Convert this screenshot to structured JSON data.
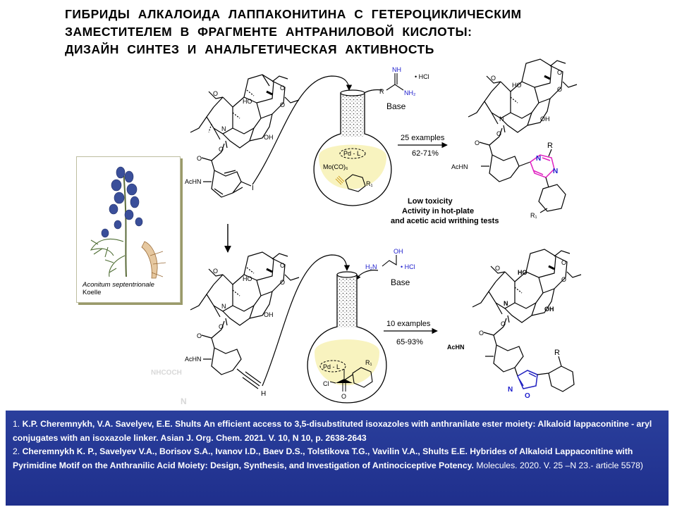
{
  "title": {
    "line1": "ГИБРИДЫ АЛКАЛОИДА ЛАППАКОНИТИНА С ГЕТЕРОЦИКЛИЧЕСКИМ",
    "line2": "ЗАМЕСТИТЕЛЕМ В ФРАГМЕНТЕ АНТРАНИЛОВОЙ КИСЛОТЫ:",
    "line3": "ДИЗАЙН СИНТЕЗ И АНАЛЬГЕТИЧЕСКАЯ АКТИВНОСТЬ"
  },
  "plant": {
    "species": "Aconitum septentrionale",
    "author": "Koelle"
  },
  "scheme": {
    "substituent_acnh": "AcHN",
    "iodine": "I",
    "alkyne_h": "H",
    "methyl_o": "O",
    "n_label": "N",
    "ho": "HO",
    "oh": "OH",
    "ghost_text": "NHCOCH",
    "ghost_n": "N"
  },
  "top_reaction": {
    "reagent_nh": "NH",
    "reagent_r": "R",
    "reagent_nh2": "NH₂",
    "reagent_hcl": "• HCl",
    "base": "Base",
    "catalyst": "Pd - L",
    "co_source": "Mo(CO)₆",
    "aryl_r": "R₁",
    "examples": "25 examples",
    "yield": "62-71%",
    "product_r": "R",
    "product_n": "N",
    "product_r1": "R₁",
    "note1": "Low toxicity",
    "note2": "Activity in hot-plate",
    "note3": "and acetic acid writhing tests"
  },
  "bottom_reaction": {
    "reagent_amine": "H₂N",
    "reagent_oh": "OH",
    "reagent_n": "N",
    "reagent_hcl": "• HCl",
    "base": "Base",
    "catalyst": "Pd - L",
    "acyl_cl": "Cl",
    "acyl_o": "O",
    "aryl_r": "R₁",
    "examples": "10 examples",
    "yield": "65-93%",
    "product_r": "R",
    "isoxazole_n": "N",
    "isoxazole_o": "O"
  },
  "references": {
    "ref1_num": "1.",
    "ref1_authors": "K.P. Cheremnykh, V.A. Savelyev, E.E. Shults",
    "ref1_title": "An efficient access to 3,5-disubstituted isoxazoles with anthranilate ester moiety: Alkaloid lappaconitine - aryl conjugates with an isoxazole linker. Asian J. Org. Chem. 2021. V. 10, N 10, p. 2638-2643",
    "ref2_num": "2.",
    "ref2_text": "Cheremnykh K. P., Savelyev V.A., Borisov S.A., Ivanov I.D., Baev D.S., Tolstikova T.G., Vavilin V.A., Shults E.E. Hybrides of Alkaloid Lappaconitine with Pyrimidine Motif on the Anthranilic Acid Moiety: Design, Synthesis, and Investigation of Antinociceptive Potency.",
    "ref2_journal": "Molecules. 2020. V. 25 –N 23.- article 5578)"
  },
  "colors": {
    "pyrimidine_bond": "#e020c0",
    "isoxazole_bond": "#2020c0",
    "nitrogen_label": "#1a1acc",
    "co_highlight": "#d01818",
    "reference_panel": "#23379a",
    "flask_liquid": "#f7f2b8"
  }
}
